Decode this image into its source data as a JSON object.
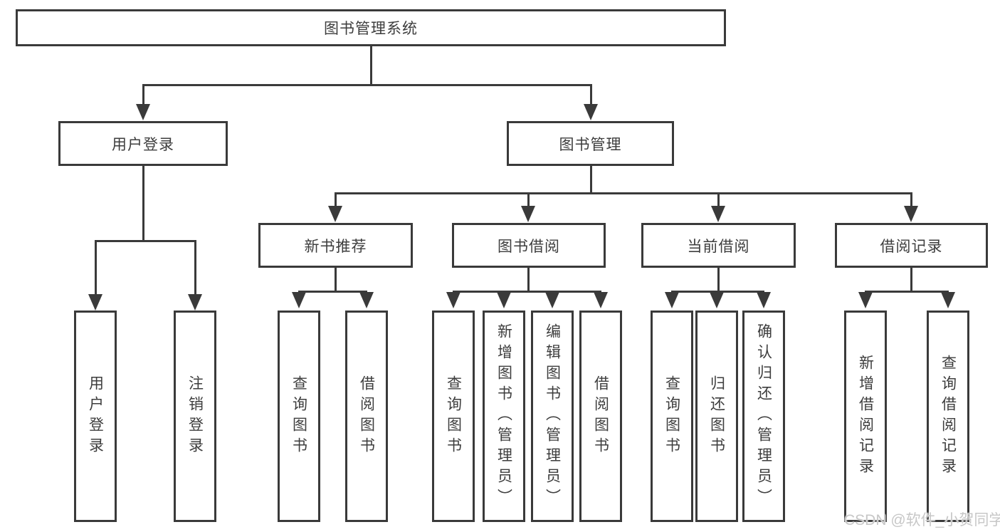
{
  "tree": {
    "root": {
      "label": "图书管理系统"
    },
    "branches": [
      {
        "label": "用户登录",
        "children": [
          {
            "label": "用户登录"
          },
          {
            "label": "注销登录"
          }
        ]
      },
      {
        "label": "图书管理",
        "children": [
          {
            "label": "新书推荐",
            "children": [
              {
                "label": "查询图书"
              },
              {
                "label": "借阅图书"
              }
            ]
          },
          {
            "label": "图书借阅",
            "children": [
              {
                "label": "查询图书"
              },
              {
                "label": "新增图书（管理员）"
              },
              {
                "label": "编辑图书（管理员）"
              },
              {
                "label": "借阅图书"
              }
            ]
          },
          {
            "label": "当前借阅",
            "children": [
              {
                "label": "查询图书"
              },
              {
                "label": "归还图书"
              },
              {
                "label": "确认归还（管理员）"
              }
            ]
          },
          {
            "label": "借阅记录",
            "children": [
              {
                "label": "新增借阅记录"
              },
              {
                "label": "查询借阅记录"
              }
            ]
          }
        ]
      }
    ]
  },
  "watermark": {
    "text": "CSDN @软件_小贺同学"
  },
  "colors": {
    "line": "#3a3a3a",
    "text": "#3d3d3d",
    "watermark": "#c7c7c7",
    "background": "#ffffff"
  }
}
